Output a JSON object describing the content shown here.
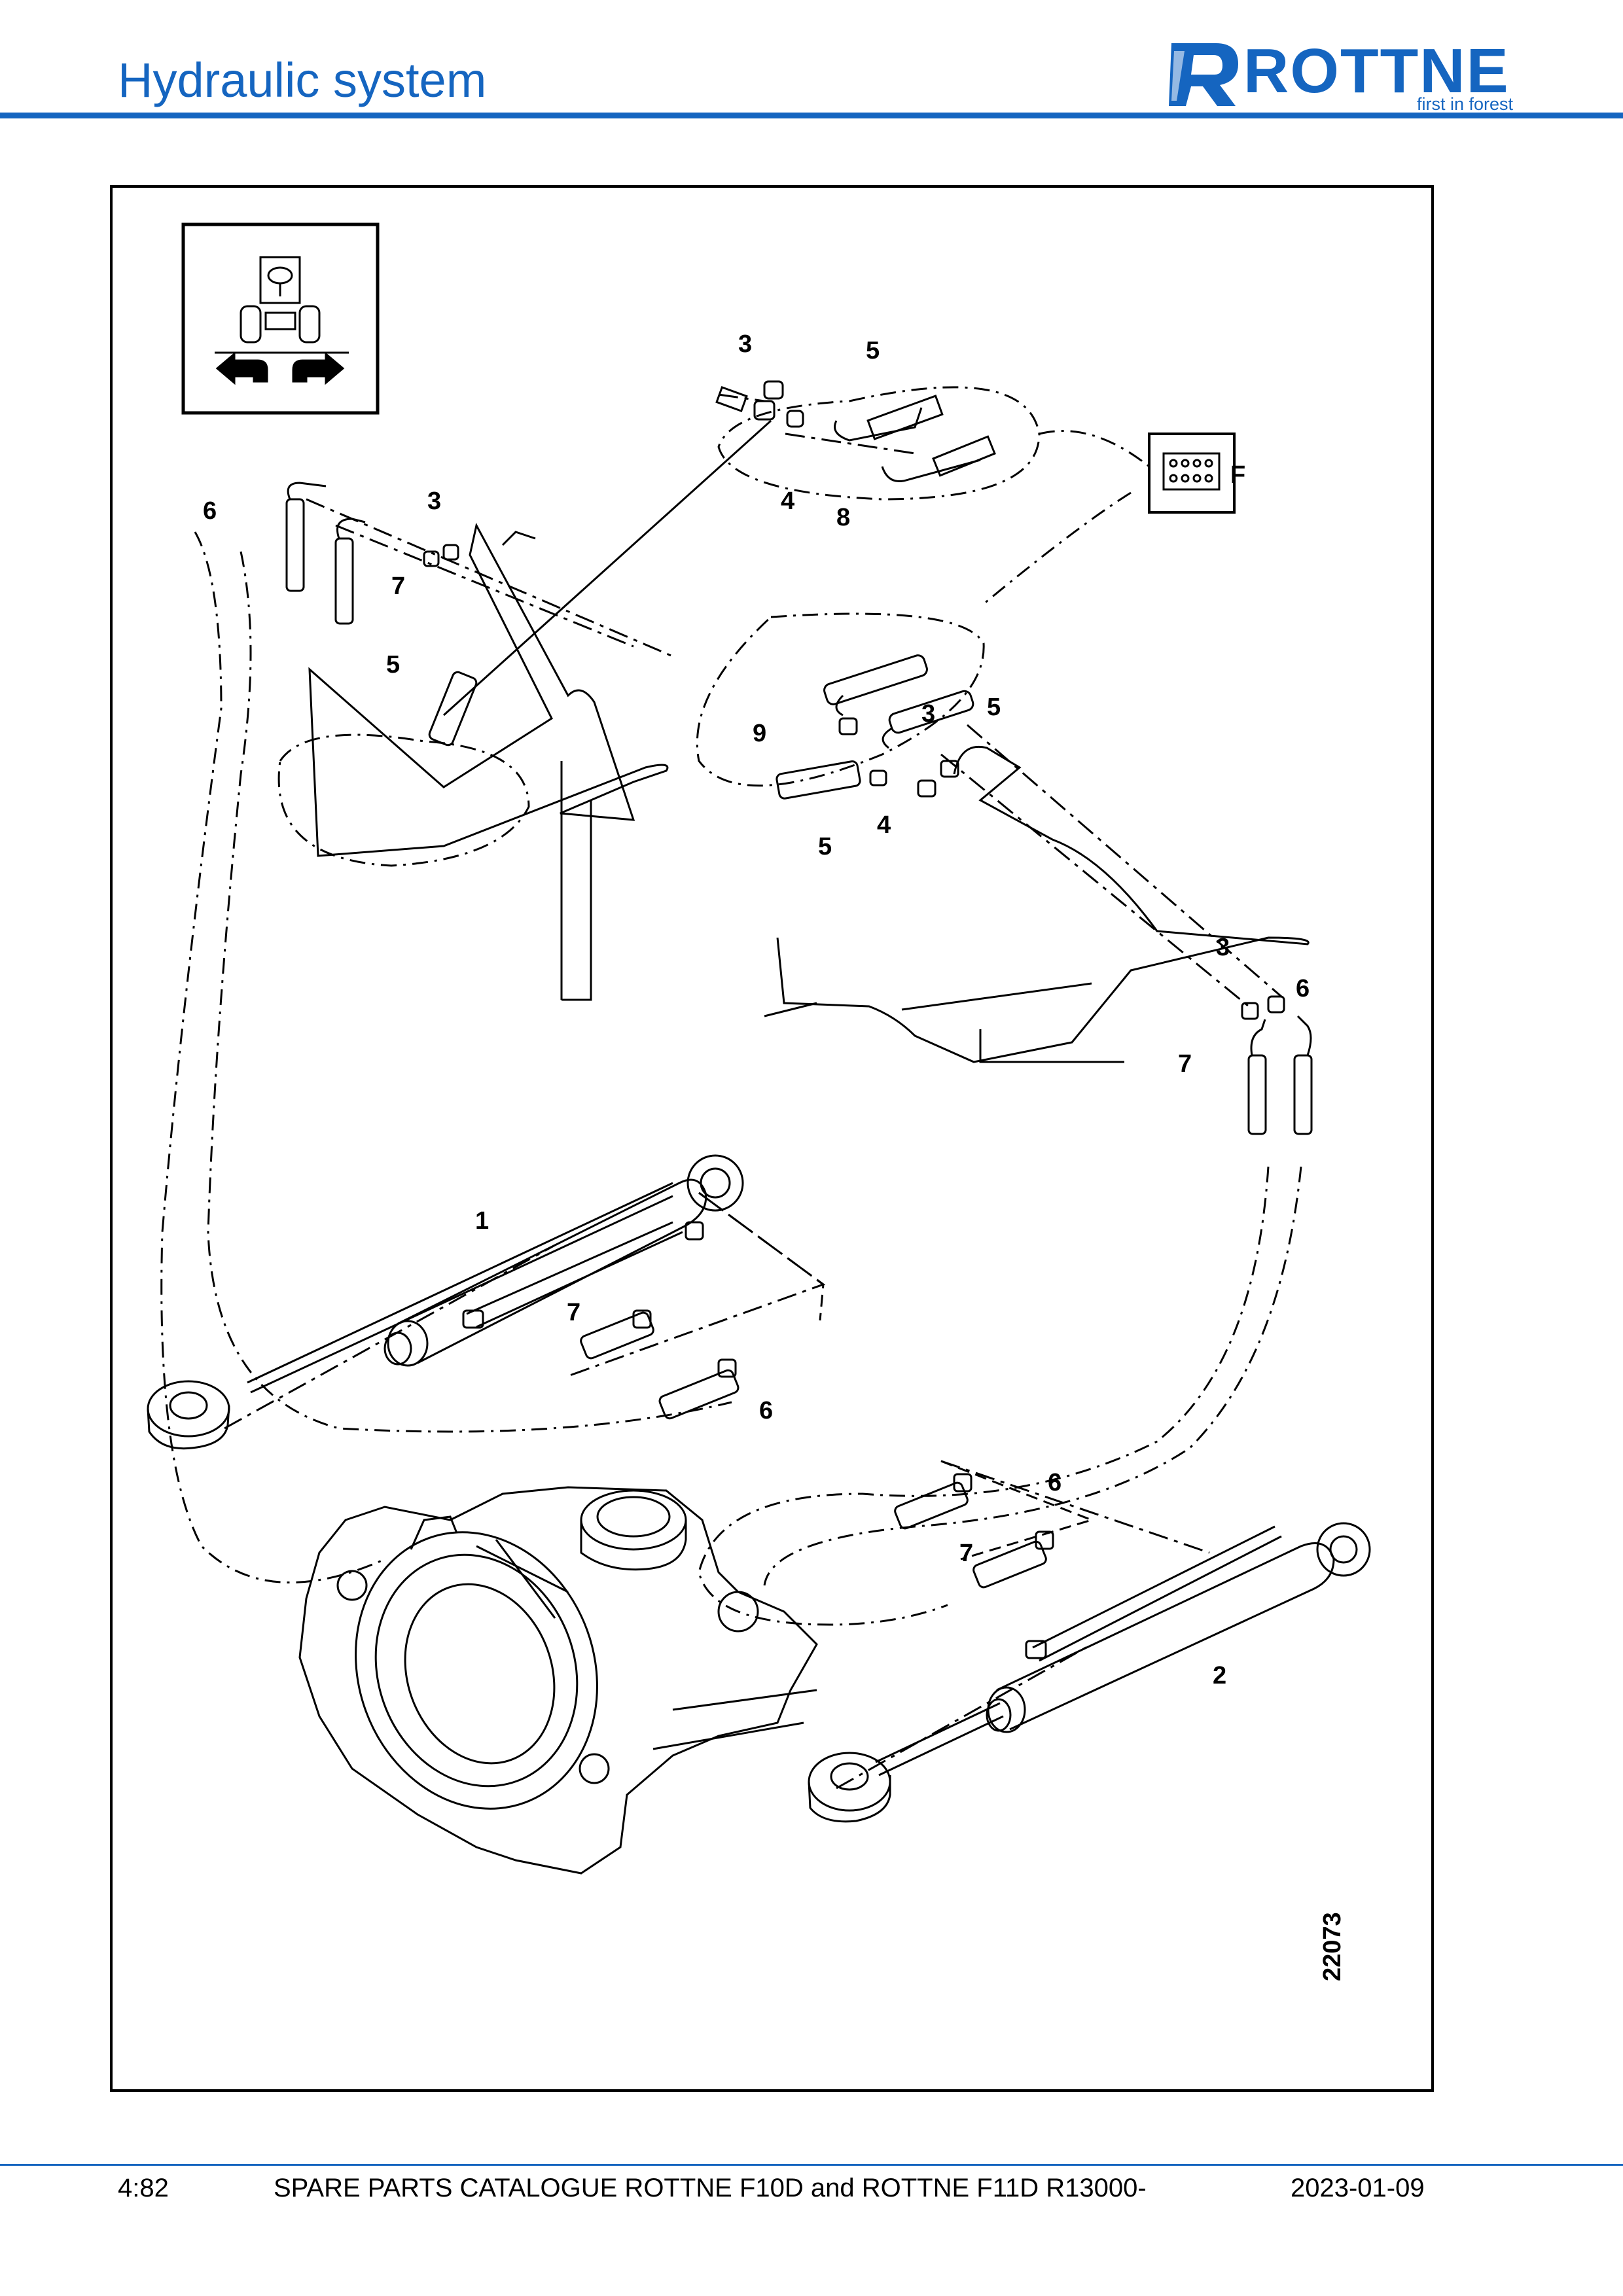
{
  "header": {
    "title": "Hydraulic system",
    "logo_text": "ROTTNE",
    "logo_tagline": "first in forest",
    "accent_color": "#1565c0"
  },
  "diagram": {
    "figure_number": "22073",
    "section_icon": "steering-icon",
    "connection_icon": "valve-block-icon",
    "connection_label": "F",
    "callouts": {
      "c1": "3",
      "c2": "5",
      "c3": "6",
      "c4": "3",
      "c5": "4",
      "c6": "8",
      "c7": "7",
      "c8": "5",
      "c9": "9",
      "c10": "3",
      "c11": "5",
      "c12": "4",
      "c13": "5",
      "c14": "3",
      "c15": "6",
      "c16": "7",
      "c17": "1",
      "c18": "7",
      "c19": "6",
      "c20": "6",
      "c21": "7",
      "c22": "2"
    }
  },
  "footer": {
    "page": "4:82",
    "document": "SPARE PARTS CATALOGUE ROTTNE F10D and ROTTNE F11D R13000-",
    "date": "2023-01-09"
  }
}
